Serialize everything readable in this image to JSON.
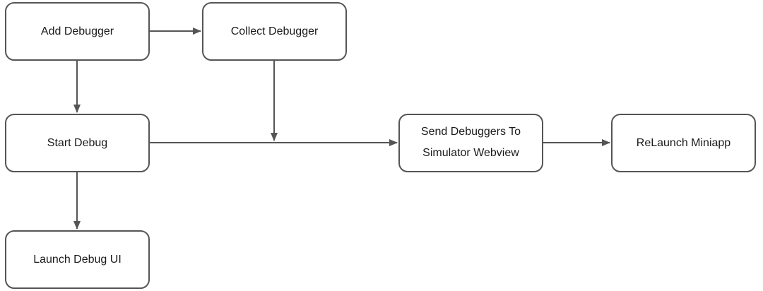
{
  "diagram": {
    "nodes": {
      "add_debugger": {
        "label": "Add Debugger"
      },
      "collect_debugger": {
        "label": "Collect Debugger"
      },
      "start_debug": {
        "label": "Start Debug"
      },
      "send_debuggers": {
        "label_line1": "Send Debuggers To",
        "label_line2": "Simulator Webview"
      },
      "relaunch_miniapp": {
        "label": "ReLaunch Miniapp"
      },
      "launch_debug_ui": {
        "label": "Launch Debug UI"
      }
    },
    "edges": [
      {
        "from": "Add Debugger",
        "to": "Collect Debugger"
      },
      {
        "from": "Add Debugger",
        "to": "Start Debug"
      },
      {
        "from": "Collect Debugger",
        "to": "Send Debuggers To Simulator Webview"
      },
      {
        "from": "Start Debug",
        "to": "Send Debuggers To Simulator Webview"
      },
      {
        "from": "Send Debuggers To Simulator Webview",
        "to": "ReLaunch Miniapp"
      },
      {
        "from": "Start Debug",
        "to": "Launch Debug UI"
      }
    ],
    "colors": {
      "stroke": "#555555",
      "text": "#1a1a1a",
      "background": "#ffffff"
    }
  }
}
